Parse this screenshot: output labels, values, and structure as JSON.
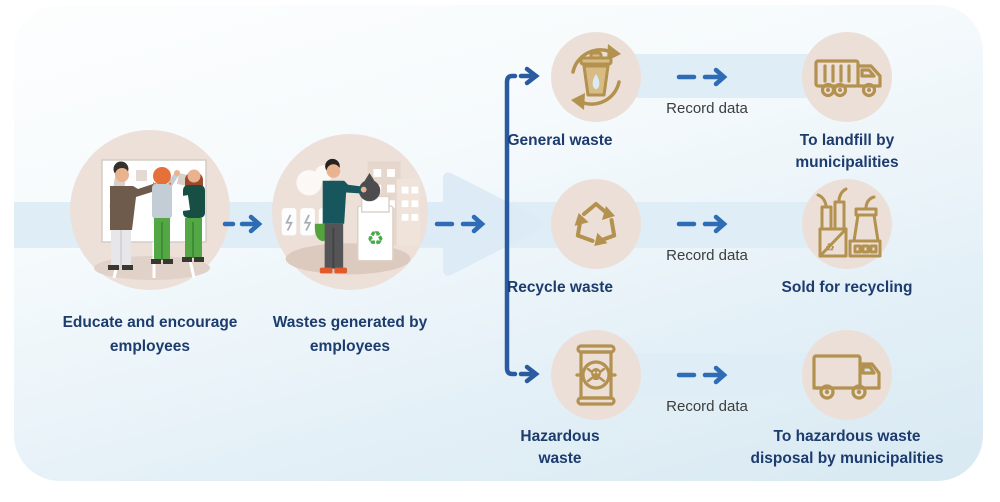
{
  "stages": [
    {
      "label": "Educate and encourage\nemployees",
      "illustration": "people-at-whiteboard"
    },
    {
      "label": "Wastes generated by\nemployees",
      "illustration": "employee-disposing-waste"
    }
  ],
  "branches": [
    {
      "type_label": "General waste",
      "type_icon": "general-waste-bin-cycle-icon",
      "record_label": "Record data",
      "arrow_icon": "dashed-arrow-icon",
      "dest_label": "To landfill by\nmunicipalities",
      "dest_icon": "dump-truck-icon"
    },
    {
      "type_label": "Recycle waste",
      "type_icon": "recycle-symbol-icon",
      "record_label": "Record data",
      "arrow_icon": "dashed-arrow-icon",
      "dest_label": "Sold for recycling",
      "dest_icon": "recycling-factory-icon"
    },
    {
      "type_label": "Hazardous\nwaste",
      "type_icon": "hazardous-drum-icon",
      "record_label": "Record data",
      "arrow_icon": "dashed-arrow-icon",
      "dest_label": "To hazardous waste\ndisposal by municipalities",
      "dest_icon": "box-truck-icon"
    }
  ],
  "colors": {
    "navy_text": "#1d3c6e",
    "grey_text": "#3d3d3d",
    "arrow_blue": "#2e6cb5",
    "connector_blue": "#2a5ba0",
    "icon_gold": "#b3914f",
    "icon_gold_fill": "#d8bb85",
    "badge_beige": "#ecdfd8",
    "band_blue": "#dfedf7"
  }
}
